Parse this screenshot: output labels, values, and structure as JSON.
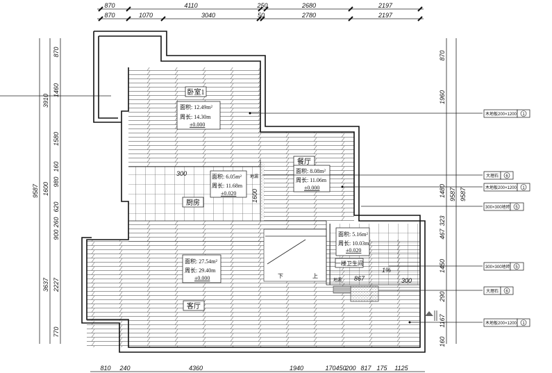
{
  "title": "Floor plan - ground floor finishes",
  "dimensions": {
    "top_row1": [
      "870",
      "4110",
      "250",
      "2680",
      "2197"
    ],
    "top_row2": [
      "870",
      "1070",
      "3040",
      "50",
      "2780",
      "2197"
    ],
    "bottom": [
      "810",
      "240",
      "4360",
      "1940",
      "170",
      "450",
      "200",
      "817",
      "175",
      "1125"
    ],
    "left_total": "9587",
    "left_mid": [
      "3910",
      "1600",
      "3637"
    ],
    "left_inner": [
      "870",
      "1460",
      "1580",
      "160",
      "980",
      "620",
      "260",
      "900",
      "2227",
      "770"
    ],
    "right_total": "9587",
    "right_inner": [
      "870",
      "1960",
      "1480",
      "323",
      "467",
      "1450",
      "290",
      "1167",
      "160"
    ]
  },
  "rooms": [
    {
      "name": "卧室1",
      "area": "面积: 12.49m²",
      "perimeter": "周长: 14.30m",
      "level": "±0.000"
    },
    {
      "name": "厨房",
      "area": "面积: 6.05m²",
      "perimeter": "周长: 11.68m",
      "level": "±0.020"
    },
    {
      "name": "餐厅",
      "area": "面积: 8.08m²",
      "perimeter": "周长: 11.06m",
      "level": "±0.000"
    },
    {
      "name": "一楼卫生间",
      "area": "面积: 5.16m²",
      "perimeter": "周长: 10.03m",
      "level": "±0.020"
    },
    {
      "name": "客厅",
      "area": "面积: 27.54m²",
      "perimeter": "周长: 29.40m",
      "level": "±0.000"
    }
  ],
  "annotations": {
    "kitchen_tile": "300",
    "kitchen_len": "1600",
    "bath_width": "867",
    "bath_slope": "1%",
    "bath_tile": "300",
    "stairs_down": "下",
    "stairs_up": "上",
    "floor_drain": "地漏",
    "floor_drain2": "地漏"
  },
  "legend": [
    {
      "material": "木地板200×1200",
      "code": "1"
    },
    {
      "material": "大理石",
      "code": "6"
    },
    {
      "material": "木地板200×1200",
      "code": "1"
    },
    {
      "material": "300×300地砖",
      "code": "5"
    },
    {
      "material": "300×300地砖",
      "code": "5"
    },
    {
      "material": "大理石",
      "code": "6"
    },
    {
      "material": "木地板200×1200",
      "code": "1"
    }
  ]
}
